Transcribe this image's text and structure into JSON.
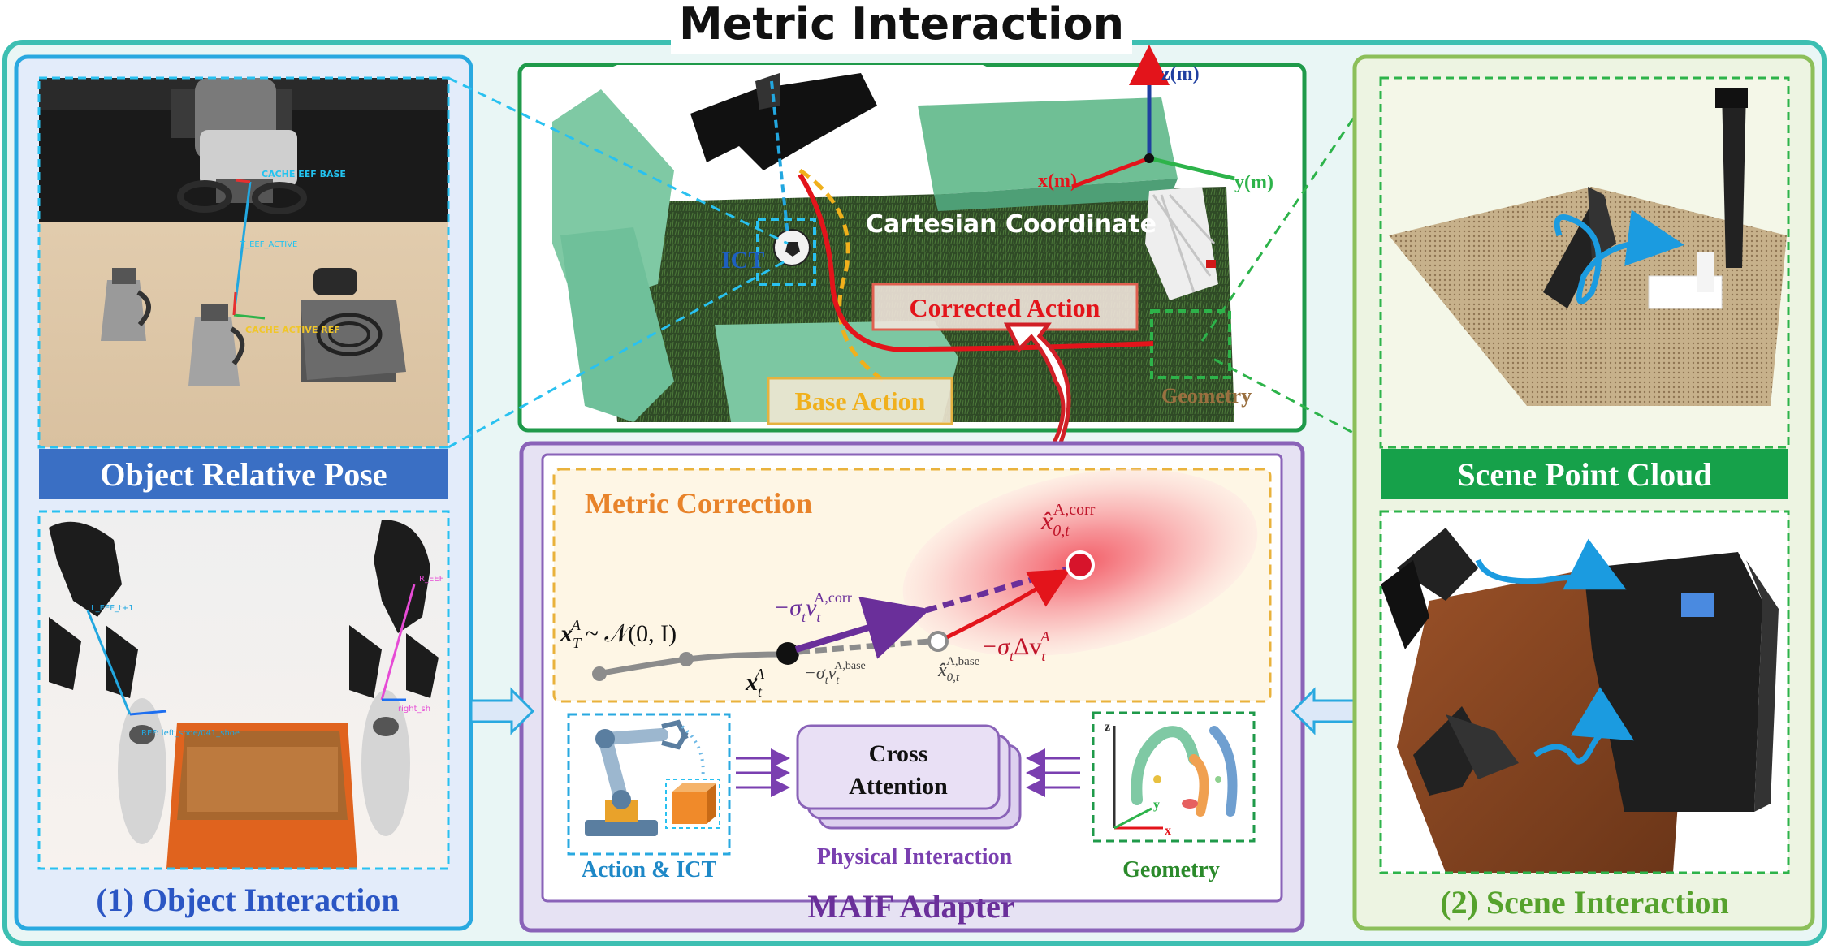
{
  "title": "Metric Interaction",
  "left_panel": {
    "caption": "(1) Object Interaction",
    "banner": "Object Relative Pose",
    "sim_labels": {
      "cache_eef_base": "CACHE EEF BASE",
      "t_eef_active": "T_EEF_ACTIVE",
      "cache_active_ref": "CACHE ACTIVE REF"
    },
    "real_labels": {
      "l_eef": "L_EEF_t+1",
      "r_eef": "R_EEF",
      "left_shoe": "REF: left_shoe/041_shoe",
      "right_shoe": "right_sh"
    }
  },
  "center_top": {
    "axis_z": "z(m)",
    "axis_x": "x(m)",
    "axis_y": "y(m)",
    "coord_label": "Cartesian Coordinate",
    "ict_label": "ICT",
    "corrected_action": "Corrected Action",
    "base_action": "Base Action",
    "geometry_label": "Geometry"
  },
  "center_bottom": {
    "caption": "MAIF Adapter",
    "metric_correction": "Metric Correction",
    "cross_attention_line1": "Cross",
    "cross_attention_line2": "Attention",
    "action_ict": "Action & ICT",
    "physical_interaction": "Physical Interaction",
    "geometry": "Geometry",
    "math": {
      "xT": "x",
      "xT_sub": "T",
      "xT_sup": "A",
      "xT_rest": "~ 𝒩(0, I)",
      "xt": "x",
      "xt_sub": "t",
      "xt_sup": "A",
      "vcorr": "−σ",
      "vcorr_sub": "t",
      "vcorr_v": "v",
      "vcorr_v_sub": "t",
      "vcorr_sup": "A,corr",
      "vbase": "−σ",
      "vbase_sub": "t",
      "vbase_v": "v",
      "vbase_v_sub": "t",
      "vbase_sup": "A,base",
      "x0base": "x̂",
      "x0base_sub": "0,t",
      "x0base_sup": "A,base",
      "x0corr": "x̂",
      "x0corr_sub": "0,t",
      "x0corr_sup": "A,corr",
      "dv": "−σ",
      "dv_sub": "t",
      "dv_rest": "Δv",
      "dv_v_sub": "t",
      "dv_sup": "A"
    }
  },
  "right_panel": {
    "caption": "(2) Scene Interaction",
    "banner": "Scene Point Cloud"
  },
  "colors": {
    "outer_border": "#3dbfb2",
    "left_border": "#29a9e0",
    "center_top_border": "#1f9a4a",
    "center_bottom_border": "#8a63b8",
    "right_border": "#8cbf5a",
    "banner_left": "#3a6fc4",
    "banner_right": "#16a14a",
    "metric_correction_text": "#e8832a",
    "corrected_action_text": "#e3141b",
    "base_action_text": "#f0b01c",
    "maif_text": "#6a2f9a",
    "object_caption_text": "#2b56c4",
    "scene_caption_text": "#56a22d"
  }
}
